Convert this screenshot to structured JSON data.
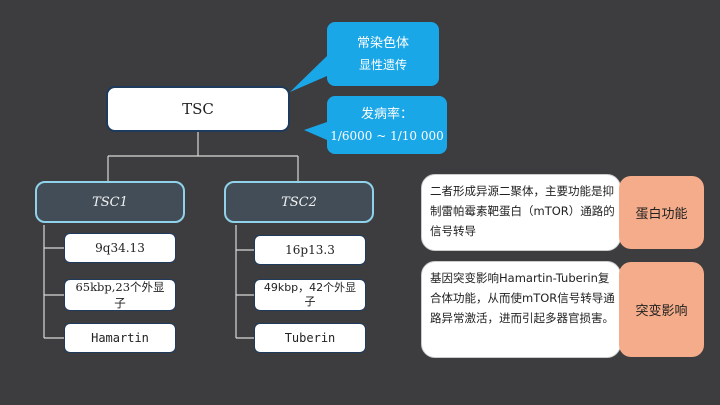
{
  "root": {
    "label": "TSC"
  },
  "callouts": {
    "inheritance": {
      "line1": "常染色体",
      "line2": "显性遗传"
    },
    "incidence": {
      "line1": "发病率：",
      "line2": "1/6000 ~ 1/10 000"
    }
  },
  "genes": [
    {
      "name": "TSC1",
      "locus": "9q34.13",
      "size": "65kbp,23个外显子",
      "protein": "Hamartin"
    },
    {
      "name": "TSC2",
      "locus": "16p13.3",
      "size": "49kbp，42个外显子",
      "protein": "Tuberin"
    }
  ],
  "info": [
    {
      "text": "二者形成异源二聚体，主要功能是抑制雷帕霉素靶蛋白（mTOR）通路的信号转导",
      "tag": "蛋白功能"
    },
    {
      "text": "基因突变影响Hamartin-Tuberin复合体功能，从而使mTOR信号转导通路异常激活，进而引起多器官损害。",
      "tag": "突变影响"
    }
  ],
  "colors": {
    "background": "#3d3d3f",
    "callout": "#1aa7e8",
    "gene_border": "#8fd2ea",
    "tag": "#f4ac8a"
  }
}
